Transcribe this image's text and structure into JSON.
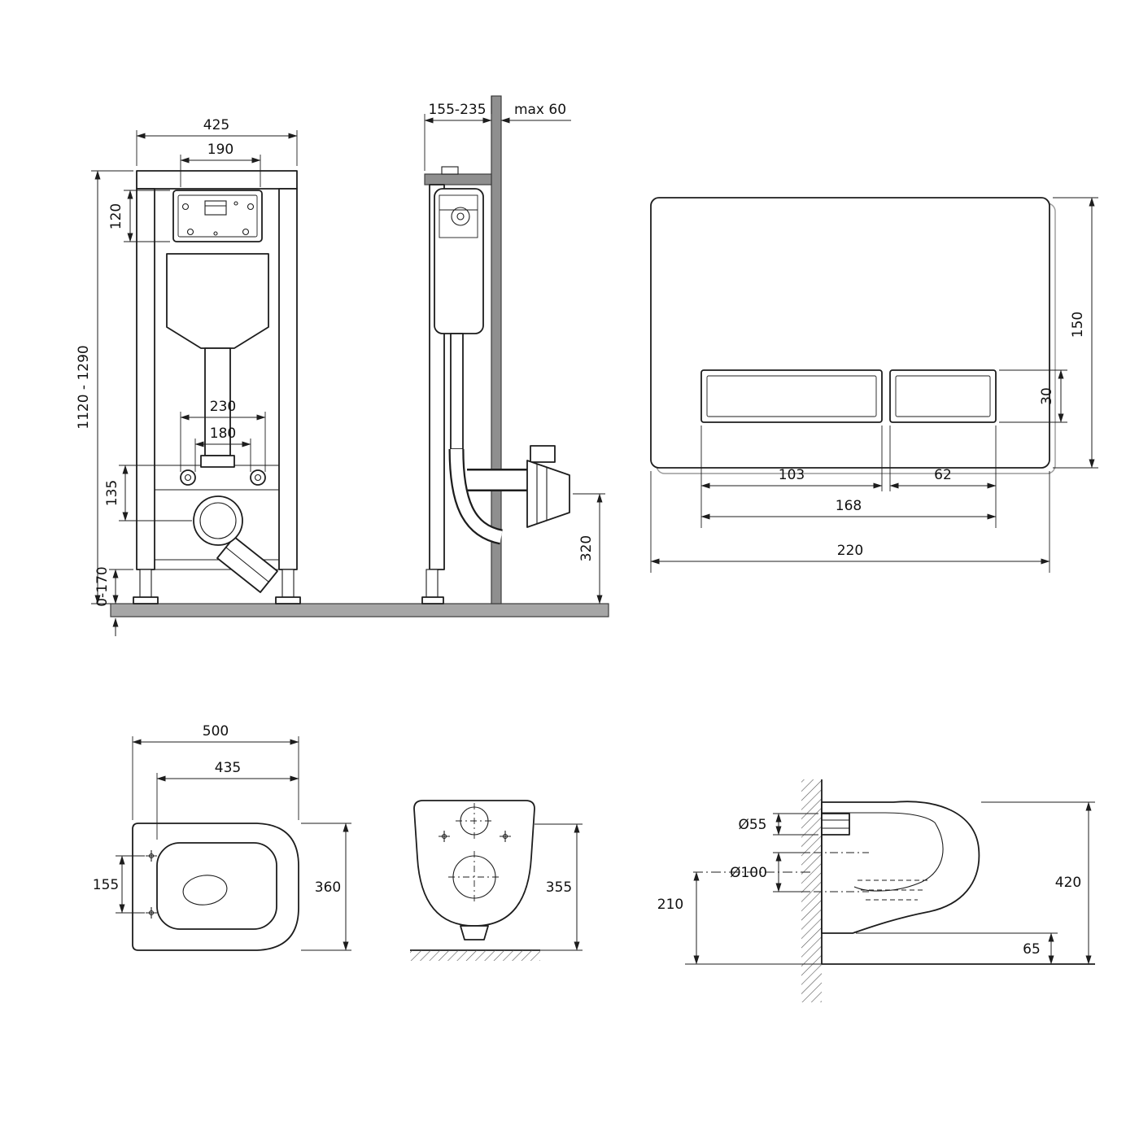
{
  "colors": {
    "line": "#1d1d1d",
    "floor_gray": "#a6a6a6"
  },
  "views": {
    "frame_front": {
      "dims": {
        "overall_width": "425",
        "opening_width": "190",
        "control_box_height": "120",
        "frame_height": "1120 - 1290",
        "fixing_span_outer": "230",
        "fixing_span_inner": "180",
        "outlet_drop": "135",
        "floor_adjust": "0-170"
      }
    },
    "frame_side": {
      "dims": {
        "mounting_depth": "155-235",
        "max_finish": "max 60",
        "outlet_axis_height": "320"
      }
    },
    "flush_plate": {
      "dims": {
        "plate_height": "150",
        "button_height": "30",
        "large_button_width": "103",
        "small_button_width": "62",
        "buttons_span": "168",
        "plate_width": "220"
      }
    },
    "bowl_top": {
      "dims": {
        "overall_length": "500",
        "inner_length": "435",
        "fixing_span": "155",
        "overall_width": "360"
      }
    },
    "bowl_front": {
      "dims": {
        "height": "355"
      }
    },
    "bowl_side": {
      "dims": {
        "inlet_diameter": "Ø55",
        "outlet_diameter": "Ø100",
        "outlet_axis_height": "210",
        "overall_height": "420",
        "bottom_clearance": "65"
      }
    }
  }
}
